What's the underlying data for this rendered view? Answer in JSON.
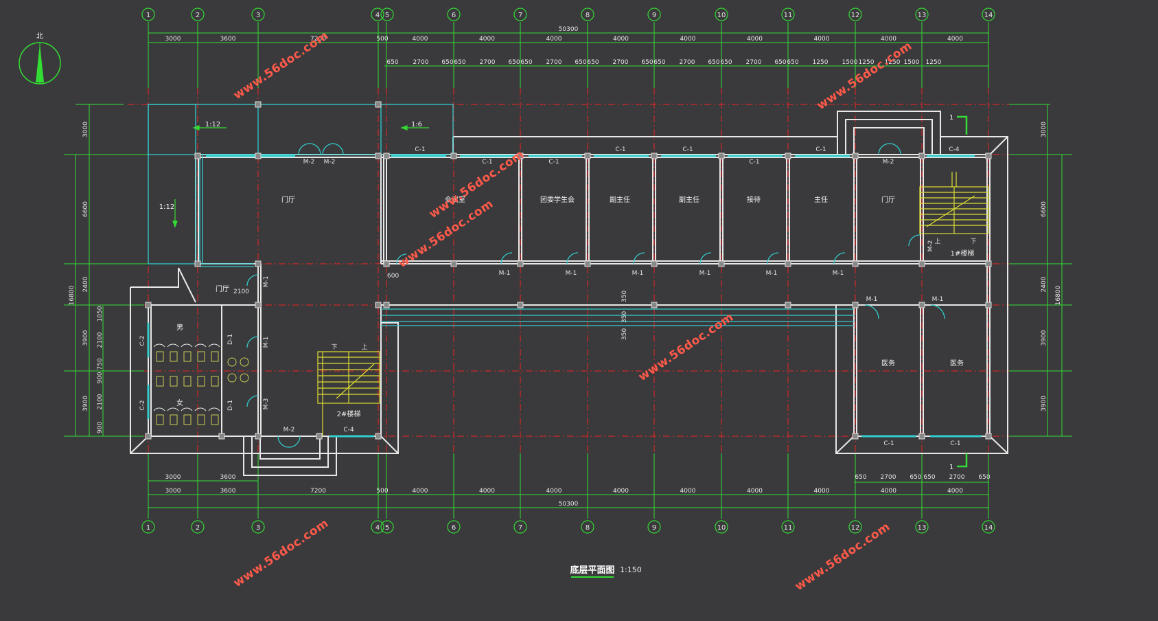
{
  "plan": {
    "title": "底层平面图",
    "scale": "1:150",
    "north_label": "北",
    "watermark": "www.56doc.com",
    "colors": {
      "background": "#3a3a3c",
      "wall": "#e8e8e8",
      "dimension": "#33dd33",
      "axis": "#ee2222",
      "window": "#33cccc",
      "stair": "#dddd33",
      "watermark": "#ff5a4a"
    },
    "axes": {
      "columns": [
        "1",
        "2",
        "3",
        "4",
        "5",
        "6",
        "7",
        "8",
        "9",
        "10",
        "11",
        "12",
        "13",
        "14"
      ],
      "total": "50300",
      "top_chain": [
        "3000",
        "3600",
        "7200",
        "500",
        "4000",
        "4000",
        "4000",
        "4000",
        "4000",
        "4000",
        "4000",
        "4000",
        "4000"
      ],
      "bottom_chain": [
        "3000",
        "3600",
        "7200",
        "500",
        "4000",
        "4000",
        "4000",
        "4000",
        "4000",
        "4000",
        "4000",
        "4000",
        "4000"
      ],
      "bottom_extra": [
        "3000",
        "3600"
      ],
      "top_window_chain": [
        "650",
        "2700",
        "650",
        "650",
        "2700",
        "650",
        "650",
        "2700",
        "650",
        "650",
        "2700",
        "650",
        "650",
        "2700",
        "650",
        "650",
        "2700",
        "650",
        "650",
        "1250",
        "1500",
        "1250",
        "1250",
        "1500",
        "1250"
      ],
      "bottom_window_chain": [
        "650",
        "2700",
        "650",
        "650",
        "2700",
        "650"
      ],
      "left_outer": "16800",
      "left_chain": [
        "3000",
        "6600",
        "2400",
        "3900",
        "3900"
      ],
      "left_inner": [
        "1050",
        "2100",
        "750",
        "900",
        "2100",
        "900"
      ],
      "right_outer": "16800",
      "right_chain": [
        "3000",
        "6600",
        "2400",
        "3900",
        "3900"
      ],
      "corridor_dims": [
        "350",
        "350",
        "350"
      ],
      "misc_dims": [
        "2100",
        "600"
      ]
    },
    "rooms": {
      "lobby_main": "门厅",
      "meeting": "会议室",
      "league": "团委学生会",
      "vice1": "副主任",
      "vice2": "副主任",
      "reception": "接待",
      "director": "主任",
      "lobby_east": "门厅",
      "stair1": "1#楼梯",
      "stair2": "2#楼梯",
      "medical1": "医务",
      "medical2": "医务",
      "lobby_small": "门厅",
      "wc_male": "男",
      "wc_female": "女"
    },
    "ramps": {
      "ramp_a": "1:12",
      "ramp_b": "1:6",
      "ramp_c": "1:12"
    },
    "labels": {
      "up": "上",
      "down": "下",
      "section": "1",
      "M1": "M-1",
      "M2": "M-2",
      "M3": "M-3",
      "C1": "C-1",
      "C2": "C-2",
      "C4": "C-4",
      "D1": "D-1"
    }
  }
}
